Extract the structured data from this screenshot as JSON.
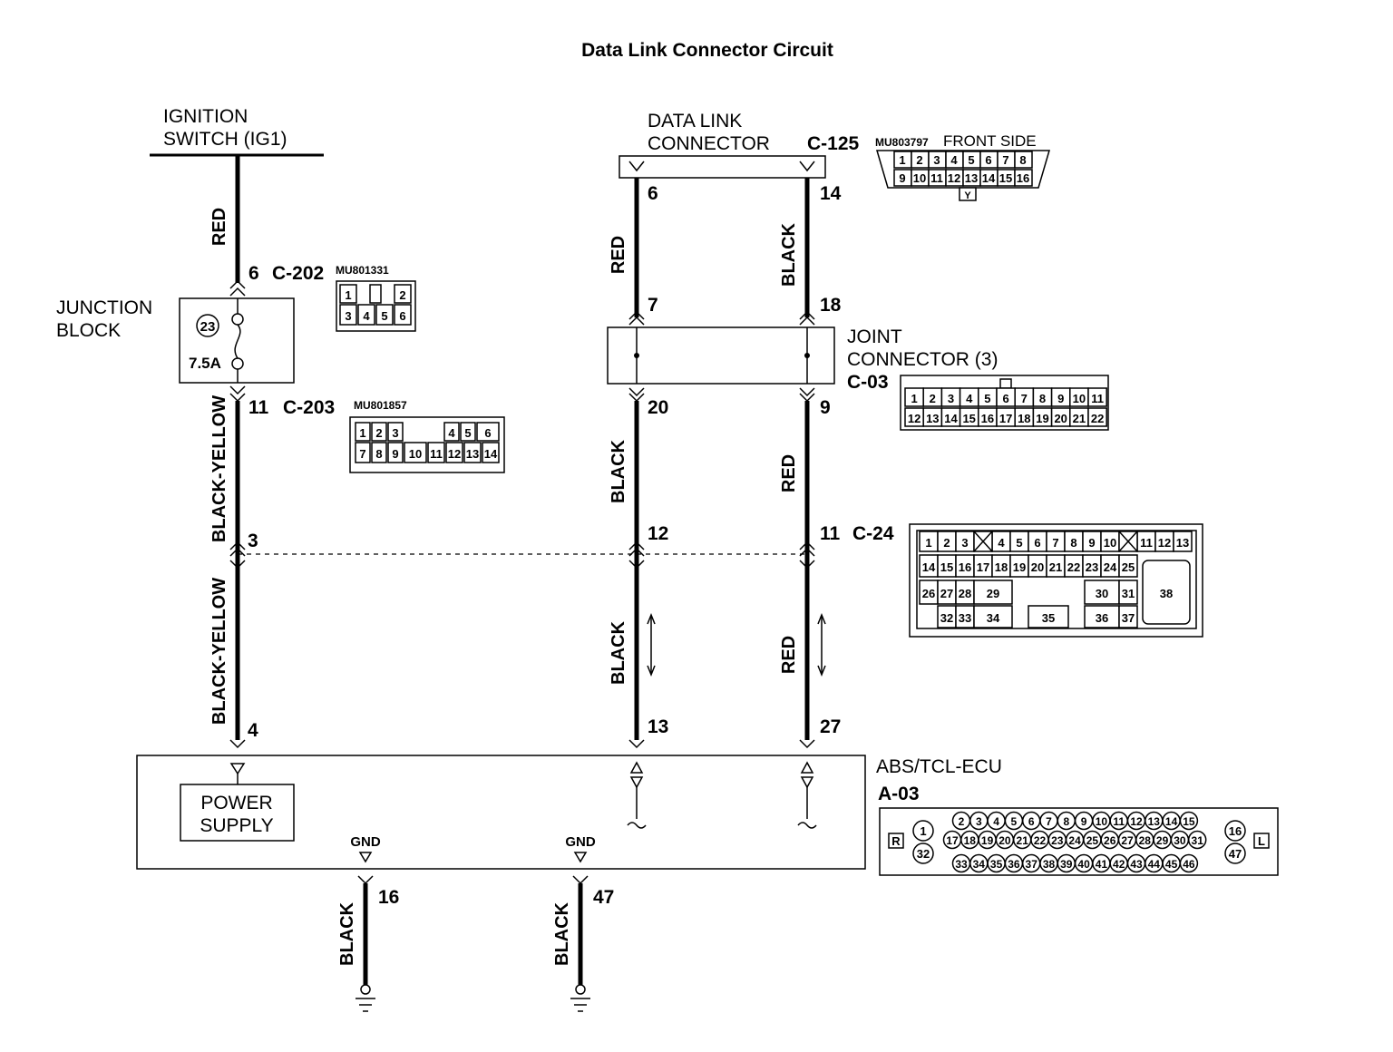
{
  "title": "Data Link Connector Circuit",
  "ignition": {
    "line1": "IGNITION",
    "line2": "SWITCH (IG1)"
  },
  "dlc": {
    "line1": "DATA LINK",
    "line2": "CONNECTOR",
    "id": "C-125",
    "part": "MU803797",
    "side": "FRONT SIDE",
    "row1": [
      "1",
      "2",
      "3",
      "4",
      "5",
      "6",
      "7",
      "8"
    ],
    "row2": [
      "9",
      "10",
      "11",
      "12",
      "13",
      "14",
      "15",
      "16"
    ],
    "key": "Y"
  },
  "junction": {
    "line1": "JUNCTION",
    "line2": "BLOCK",
    "fuse_no": "23",
    "fuse_rating": "7.5A"
  },
  "c202": {
    "pin": "6",
    "id": "C-202",
    "part": "MU801331",
    "row1": [
      "1",
      "2"
    ],
    "row2": [
      "3",
      "4",
      "5",
      "6"
    ]
  },
  "c203": {
    "pin": "11",
    "id": "C-203",
    "part": "MU801857",
    "row1": [
      "1",
      "2",
      "3",
      "4",
      "5",
      "6"
    ],
    "row2": [
      "7",
      "8",
      "9",
      "10",
      "11",
      "12",
      "13",
      "14"
    ]
  },
  "joint": {
    "line1": "JOINT",
    "line2": "CONNECTOR (3)",
    "id": "C-03",
    "row1": [
      "1",
      "2",
      "3",
      "4",
      "5",
      "6",
      "7",
      "8",
      "9",
      "10",
      "11"
    ],
    "row2": [
      "12",
      "13",
      "14",
      "15",
      "16",
      "17",
      "18",
      "19",
      "20",
      "21",
      "22"
    ]
  },
  "c24": {
    "id": "C-24",
    "row1": [
      "1",
      "2",
      "3",
      "4",
      "5",
      "6",
      "7",
      "8",
      "9",
      "10",
      "11",
      "12",
      "13"
    ],
    "row2": [
      "14",
      "15",
      "16",
      "17",
      "18",
      "19",
      "20",
      "21",
      "22",
      "23",
      "24",
      "25"
    ],
    "row3": [
      "26",
      "27",
      "28",
      "29",
      "30",
      "31"
    ],
    "row4": [
      "32",
      "33",
      "34",
      "35",
      "36",
      "37"
    ],
    "big": "38"
  },
  "ecu": {
    "name": "ABS/TCL-ECU",
    "id": "A-03",
    "power": [
      "POWER",
      "SUPPLY"
    ],
    "gnd": "GND",
    "left_tag": "R",
    "right_tag": "L",
    "side_left": [
      "1",
      "32"
    ],
    "side_right": [
      "16",
      "47"
    ],
    "row1": [
      "2",
      "3",
      "4",
      "5",
      "6",
      "7",
      "8",
      "9",
      "10",
      "11",
      "12",
      "13",
      "14",
      "15"
    ],
    "row2": [
      "17",
      "18",
      "19",
      "20",
      "21",
      "22",
      "23",
      "24",
      "25",
      "26",
      "27",
      "28",
      "29",
      "30",
      "31"
    ],
    "row3": [
      "33",
      "34",
      "35",
      "36",
      "37",
      "38",
      "39",
      "40",
      "41",
      "42",
      "43",
      "44",
      "45",
      "46"
    ]
  },
  "wires": {
    "w1_color": "RED",
    "w2_color": "BLACK-YELLOW",
    "w3_color": "BLACK-YELLOW",
    "w4_color": "RED",
    "w5_color": "BLACK",
    "w6_color": "BLACK",
    "w7_color": "BLACK",
    "w8_color": "RED",
    "w9_color": "RED",
    "g1_color": "BLACK",
    "g2_color": "BLACK"
  },
  "pins": {
    "dlc_left": "6",
    "dlc_right": "14",
    "jc_top_left": "7",
    "jc_top_right": "18",
    "jc_bot_left": "20",
    "jc_bot_right": "9",
    "c24_a": "3",
    "c24_b": "12",
    "c24_c": "11",
    "ecu_a": "4",
    "ecu_b": "13",
    "ecu_c": "27",
    "gnd_a": "16",
    "gnd_b": "47"
  }
}
